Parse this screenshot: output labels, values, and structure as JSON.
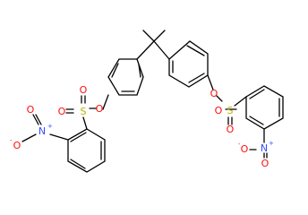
{
  "atom_colors": {
    "O": "#ff0d0d",
    "S": "#b3b300",
    "N": "#3050f8",
    "bond": "#000000"
  },
  "labels": {
    "sulfur": "S",
    "oxygen": "O",
    "nitrogen": "N",
    "positive_charge": "+",
    "negative_charge": "-"
  }
}
